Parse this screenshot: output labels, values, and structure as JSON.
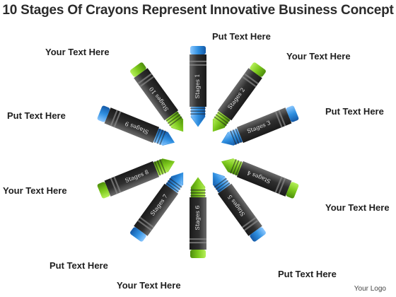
{
  "title": "10 Stages Of Crayons Represent Innovative Business Concept",
  "logo": "Your Logo",
  "colors": {
    "green": "#7cc81c",
    "blue": "#2f8fe0",
    "body": "#3a3a3a"
  },
  "crayons": [
    {
      "stage": "Stages 1",
      "label": "Put Text Here",
      "color": "blue"
    },
    {
      "stage": "Stages 2",
      "label": "Your Text Here",
      "color": "green"
    },
    {
      "stage": "Stages 3",
      "label": "Put Text Here",
      "color": "blue"
    },
    {
      "stage": "Stages 4",
      "label": "Your Text Here",
      "color": "green"
    },
    {
      "stage": "Stages 5",
      "label": "Put Text Here",
      "color": "blue"
    },
    {
      "stage": "Stages 6",
      "label": "Your Text Here",
      "color": "green"
    },
    {
      "stage": "Stages 7",
      "label": "Put Text Here",
      "color": "blue"
    },
    {
      "stage": "Stages 8",
      "label": "Your Text Here",
      "color": "green"
    },
    {
      "stage": "Stages 9",
      "label": "Put Text Here",
      "color": "blue"
    },
    {
      "stage": "Stages 10",
      "label": "Your Text Here",
      "color": "green"
    }
  ]
}
